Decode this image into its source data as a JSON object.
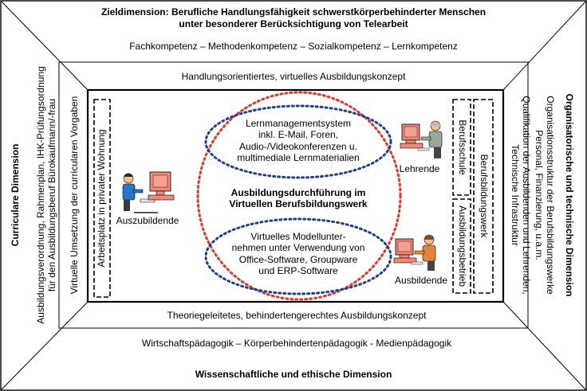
{
  "top": {
    "title_line1": "Zieldimension: Berufliche Handlungsfähigkeit schwerstkörperbehinderter Menschen",
    "title_line2": "unter besonderer Berücksichtigung von Telearbeit",
    "competences": "Fachkompetenz – Methodenkompetenz – Sozialkompetenz – Lernkompetenz",
    "concept": "Handlungsorientiertes, virtuelles Ausbildungskonzept"
  },
  "bottom": {
    "concept": "Theoriegeleitetes, behindertengerechtes Ausbildungskonzept",
    "pedagogy": "Wirtschaftspädagogik – Körperbehindertenpädagogik - Medienpädagogik",
    "title": "Wissenschaftliche und ethische Dimension"
  },
  "left": {
    "title": "Curriculare Dimension",
    "line1": "Ausbildungsverordnung, Rahmenplan, IHK-Prüfungsordnung",
    "line2": "für den Ausbildungsberuf Bürokaufmann/-frau",
    "inner": "Virtuelle Umsetzung der curricularen Vorgaben"
  },
  "right": {
    "title": "Organisatorische und technische Dimension",
    "line1": "Organisationsstruktur der Berufsbildungswerke",
    "line2": "Personal, Finanzierung, u.a.m.",
    "line3": "Qualifikation der Ausbildenden und Lehrenden,",
    "line4": "Technische Infrastruktur"
  },
  "center": {
    "workplace": "Arbeitsplatz in privater Wohnung",
    "lms_line1": "Lernmanagementsystem",
    "lms_line2": "inkl. E-Mail, Foren,",
    "lms_line3": "Audio-/Videokonferenzen u.",
    "lms_line4": "multimediale Lernmaterialien",
    "main_line1": "Ausbildungsdurchführung im",
    "main_line2": "Virtuellen Berufsbildungswerk",
    "model_line1": "Virtuelles Modellunter-",
    "model_line2": "nehmen unter Verwendung von",
    "model_line3": "Office-Software, Groupware",
    "model_line4": "und ERP-Software",
    "trainee": "Auszubildende",
    "teacher": "Lehrende",
    "trainer": "Ausbildende",
    "berufsschule": "Berufsschule",
    "berufsbildungswerk": "Berufsbildungswerk",
    "ausbildungsbetrieb": "Ausbildungsbetrieb"
  },
  "colors": {
    "frame": "#000000",
    "oval_red": "#d93a2b",
    "oval_blue": "#1f3f8f",
    "monitor": "#f08878",
    "shirt_blue": "#2a74c9",
    "skin": "#f6c08a"
  }
}
